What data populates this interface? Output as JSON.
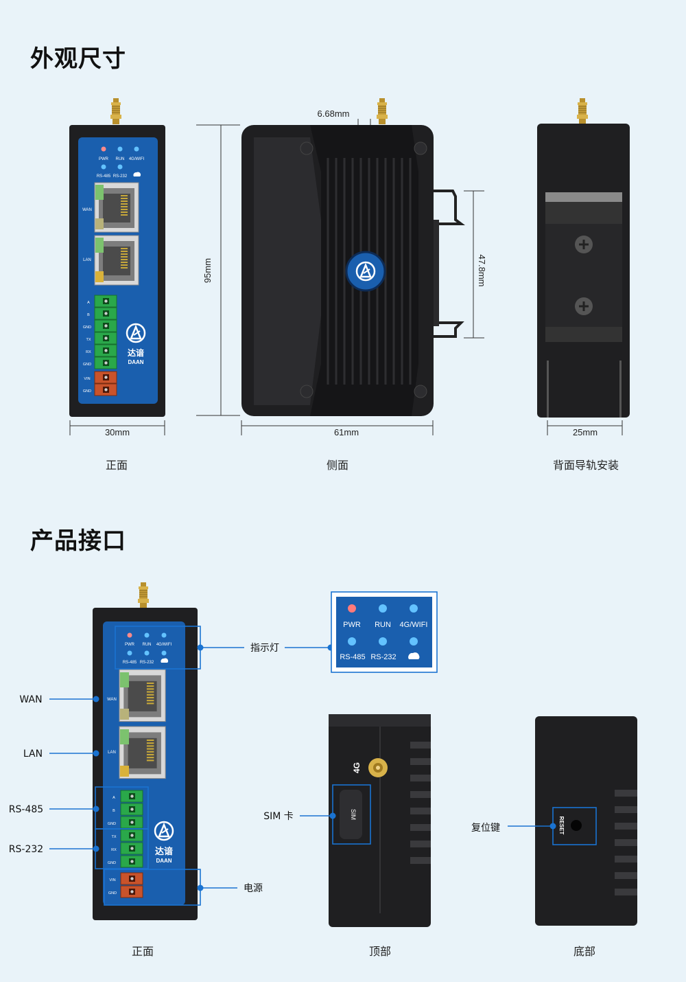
{
  "sections": {
    "appearance_title": "外观尺寸",
    "interface_title": "产品接口"
  },
  "dimensions": {
    "antenna_offset": "6.68mm",
    "height": "95mm",
    "rail": "47.8mm",
    "front_width": "30mm",
    "side_width": "61mm",
    "back_width": "25mm"
  },
  "captions": {
    "front": "正面",
    "side": "侧面",
    "back": "背面导轨安装",
    "front2": "正面",
    "top": "顶部",
    "bottom": "底部"
  },
  "panel": {
    "leds_row1": [
      "PWR",
      "RUN",
      "4G/WIFI"
    ],
    "leds_row2": [
      "RS-485",
      "RS-232"
    ],
    "wan": "WAN",
    "lan": "LAN",
    "terminals": [
      "A",
      "B",
      "GND",
      "TX",
      "RX",
      "GND"
    ],
    "power_terminals": [
      "VIN",
      "GND"
    ],
    "brand_cn": "达谙",
    "brand_en": "DAAN"
  },
  "callouts": {
    "indicator": "指示灯",
    "wan": "WAN",
    "lan": "LAN",
    "rs485": "RS-485",
    "rs232": "RS-232",
    "power": "电源",
    "sim": "SIM 卡",
    "reset_key": "复位键"
  },
  "top_view": {
    "label_4g": "4G",
    "sim_text": "SIM"
  },
  "bottom_view": {
    "reset_text": "RESET"
  },
  "colors": {
    "background": "#e9f3f9",
    "device_body": "#1f1f21",
    "panel_blue": "#1a5fae",
    "callout_blue": "#1a73d1",
    "terminal_green": "#27a845",
    "terminal_orange": "#c9532b"
  }
}
